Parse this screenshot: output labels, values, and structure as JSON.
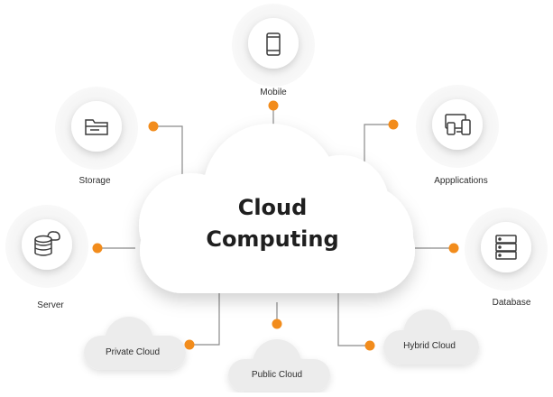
{
  "center": {
    "line1": "Cloud",
    "line2": "Computing"
  },
  "nodes": {
    "mobile": "Mobile",
    "storage": "Storage",
    "applications": "Appplications",
    "server": "Server",
    "database": "Database",
    "private_cloud": "Private Cloud",
    "public_cloud": "Public Cloud",
    "hybrid_cloud": "Hybrid Cloud"
  },
  "colors": {
    "accent": "#f28c1c",
    "connector": "#8a8a8a",
    "icon": "#3b3b3b"
  }
}
